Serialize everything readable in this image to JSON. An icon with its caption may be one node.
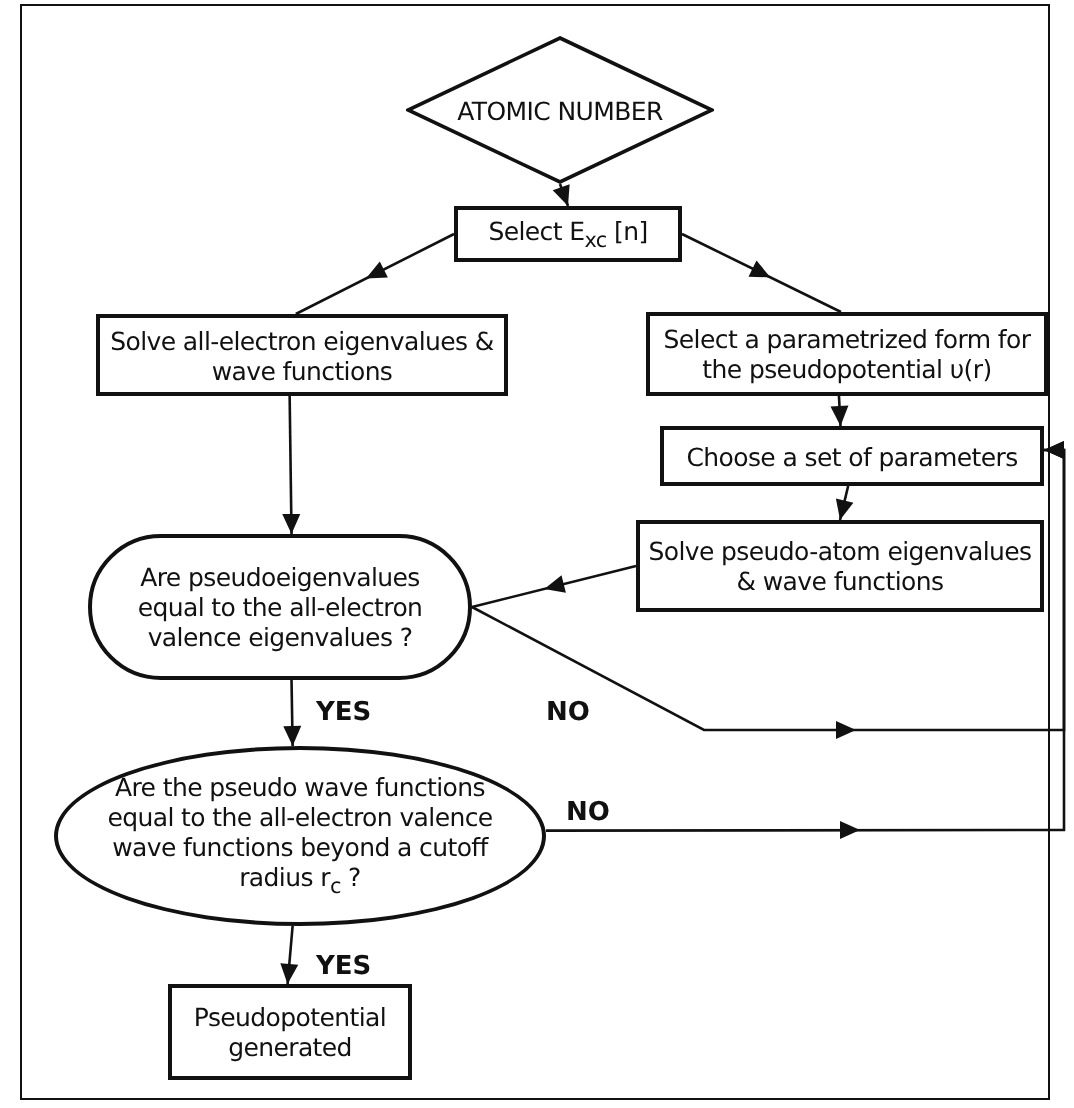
{
  "diagram": {
    "nodes": [
      {
        "text": [
          "ATOMIC NUMBER"
        ]
      },
      {
        "text": [
          "Select E$_{xc}$ [n]"
        ]
      },
      {
        "text": [
          "Solve all-electron eigenvalues & wave functions"
        ]
      },
      {
        "text": [
          "Select a parametrized form for the pseudopotential υ(r)"
        ]
      },
      {
        "text": [
          "Choose a set of parameters"
        ]
      },
      {
        "text": [
          "Solve pseudo-atom eigenvalues & wave functions"
        ]
      },
      {
        "text": [
          "Are pseudoeigenvalues equal to the all-electron valence eigenvalues ?"
        ]
      },
      {
        "text": [
          "Are the pseudo wave functions equal to the all-electron valence wave functions beyond a cutoff radius r$_{c}$ ?"
        ]
      },
      {
        "text": [
          "Pseudopotential generated"
        ]
      }
    ],
    "edges": [
      {
        "from": 0,
        "to": 1,
        "arrow": "to"
      },
      {
        "from": 1,
        "to": 2,
        "arrow": "to"
      },
      {
        "from": 1,
        "to": 3,
        "arrow": "to"
      },
      {
        "from": 2,
        "to": 6,
        "arrow": "to"
      },
      {
        "from": 3,
        "to": 4,
        "arrow": "to"
      },
      {
        "from": 4,
        "to": 5,
        "arrow": "to"
      },
      {
        "from": 5,
        "to": 6,
        "arrow": "to"
      },
      {
        "from": 6,
        "to": 4,
        "label": "NO",
        "arrow": "to"
      },
      {
        "from": 6,
        "to": 7,
        "label": "YES",
        "arrow": "to"
      },
      {
        "from": 7,
        "to": 4,
        "label": "NO",
        "arrow": "to"
      },
      {
        "from": 7,
        "to": 8,
        "label": "YES",
        "arrow": "to"
      }
    ]
  }
}
